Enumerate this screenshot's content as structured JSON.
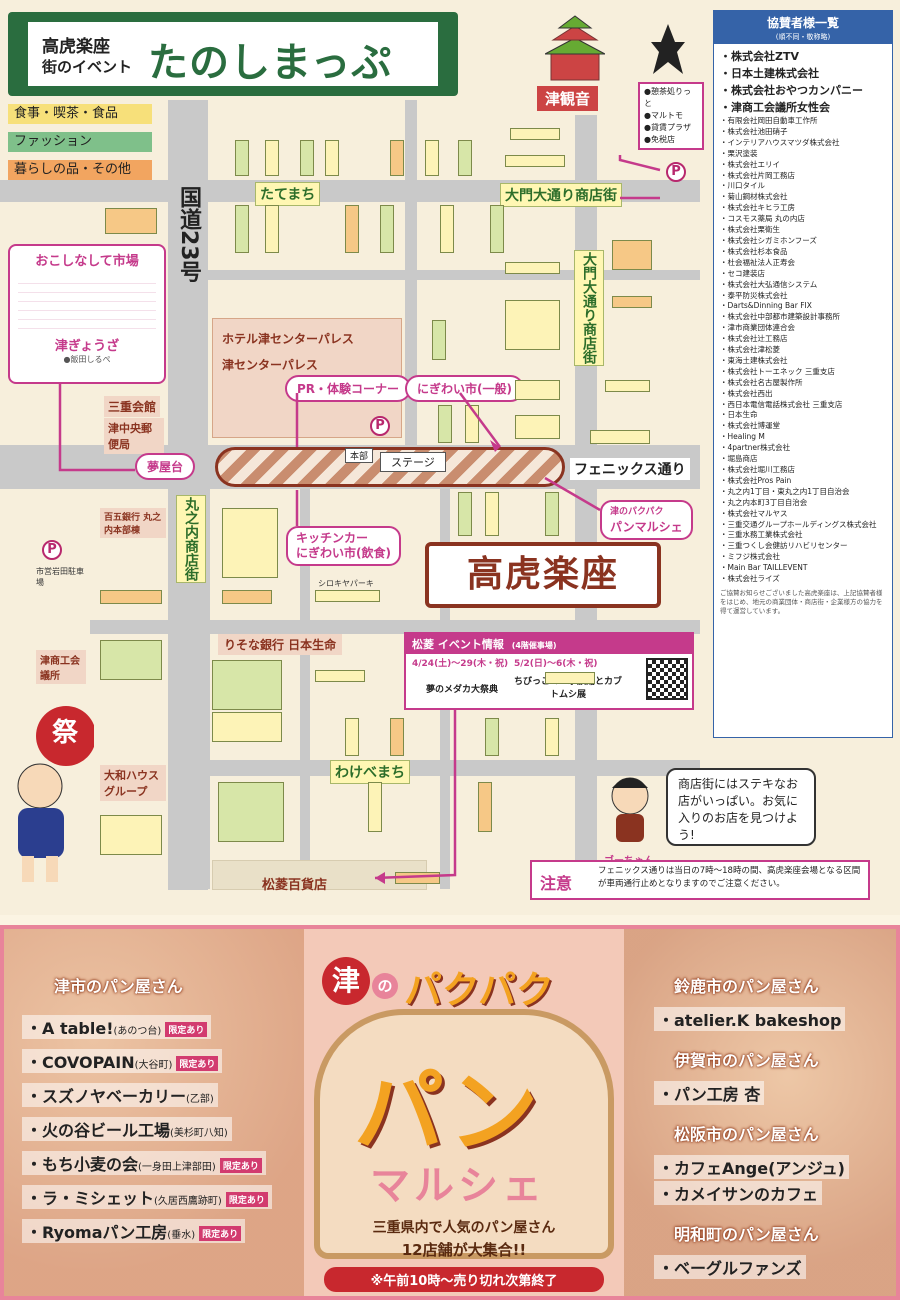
{
  "header": {
    "subtitle_1": "高虎楽座",
    "subtitle_2": "街のイベント",
    "title": "たのしまっぷ"
  },
  "legend": [
    {
      "label": "食事・喫茶・食品",
      "color": "#f7e07a"
    },
    {
      "label": "ファッション",
      "color": "#7fc08a"
    },
    {
      "label": "暮らしの品・その他",
      "color": "#f2a560"
    }
  ],
  "landmarks": {
    "tsu_kannon": "津観音",
    "kannon_list": [
      "●憩茶処りっと",
      "●マルトモ",
      "●貸賃プラザ",
      "●免税店"
    ],
    "daimon_st": "大門大通り商店街",
    "daimon_vertical": "大門大通り商店街",
    "tatemachi": "たてまち",
    "route23": "国道23号",
    "hotel": "ホテル津センターパレス",
    "center": "津センターパレス",
    "miegin": "三重会館",
    "tsu_post": "津中央郵便局",
    "hyakugo": "百五銀行 丸之内本部棟",
    "marunouchi": "丸之内商店街",
    "resona": "りそな銀行 日本生命",
    "daiwa": "大和ハウスグループ",
    "wakebemachi": "わけべまち",
    "matsubishi": "松菱百貨店",
    "phoenix": "フェニックス通り",
    "stage": "ステージ",
    "honbu": "本部",
    "city_parking": "市営岩田駐車場",
    "kouchi": "津商工会議所",
    "shirokiya": "シロキヤパーキング"
  },
  "okoshi": {
    "title": "おこしなして市場",
    "sub": "津ぎょうざ",
    "note": "●飯田しるぺ"
  },
  "pills": {
    "pr": "PR・体験コーナー",
    "nigiwai": "にぎわい市(一般)",
    "yume": "夢屋台",
    "kitchen_1": "キッチンカー",
    "kitchen_2": "にぎわい市(飲食)",
    "pan_1": "津のパクパク",
    "pan_2": "パンマルシェ"
  },
  "main_title": "高虎楽座",
  "event": {
    "title": "松菱 イベント情報",
    "note": "(4階催事場)",
    "date1": "4/24(土)～29(木・祝)",
    "event1": "夢のメダカ大祭典",
    "date2": "5/2(日)～6(木・祝)",
    "event2": "ちびっこミニ水族館とカブトムシ展"
  },
  "mascot": {
    "speech": "商店街にはステキなお店がいっぱい。お気に入りのお店を見つけよう!",
    "name": "ゴーちゃん",
    "festival": "祭"
  },
  "caution": {
    "label": "注意",
    "text": "フェニックス通りは当日の7時～18時の間、高虎楽座会場となる区間が車両通行止めとなりますのでご注意ください。"
  },
  "sponsors": {
    "title": "協賛者様一覧",
    "sub": "(順不同・敬称略)",
    "big": [
      "株式会社ZTV",
      "日本土建株式会社",
      "株式会社おやつカンパニー",
      "津商工会議所女性会"
    ],
    "small": [
      "有限会社岡田自動車工作所",
      "株式会社池田硝子",
      "インテリアハウスマツダ株式会社",
      "栗沢塗装",
      "株式会社エリイ",
      "株式会社片岡工務店",
      "川口タイル",
      "菊山鋼材株式会社",
      "株式会社キヒラ工房",
      "コスモス薬局 丸の内店",
      "株式会社栗衛生",
      "株式会社シガミホンフーズ",
      "株式会社杉本食品",
      "杜会福祉法人正寿会",
      "セコ建装店",
      "株式会社大弘通信システム",
      "泰平防災株式会社",
      "Darts&Dinning Bar FIX",
      "株式会社中部都市建築設計事務所",
      "津市商業団体連合会",
      "株式会社辻工務店",
      "株式会社津松菱",
      "東海土建株式会社",
      "株式会社トーエネック 三重支店",
      "株式会社名古屋製作所",
      "株式会社西出",
      "西日本電信電話株式会社 三重支店",
      "日本生命",
      "株式会社博運堂",
      "Healing M",
      "4partner株式会社",
      "堀島商店",
      "株式会社堀川工務店",
      "株式会社Pros Pain",
      "丸之内1丁目・東丸之内1丁目自治会",
      "丸之内本町3丁目自治会",
      "株式会社マルヤス",
      "三重交通グループホールディングス株式会社",
      "三重水務工業株式会社",
      "三重つくし会健訪リハビリセンター",
      "ミフジ株式会社",
      "Main Bar TAILLEVENT",
      "株式会社ライズ"
    ],
    "note": "ご協賛お知らせございました高虎楽座は、上記協賛者様をはじめ、地元の商業団体・商店街・企業様方の協力を得て運営しています。"
  },
  "bread": {
    "left_head": "津市のパン屋さん",
    "left_items": [
      {
        "name": "A table!",
        "area": "(あのつ台)",
        "limit": "限定あり"
      },
      {
        "name": "COVOPAIN",
        "area": "(大谷町)",
        "limit": "限定あり"
      },
      {
        "name": "スズノヤベーカリー",
        "area": "(乙部)",
        "limit": ""
      },
      {
        "name": "火の谷ビール工場",
        "area": "(美杉町八知)",
        "limit": ""
      },
      {
        "name": "もち小麦の会",
        "area": "(一身田上津部田)",
        "limit": "限定あり"
      },
      {
        "name": "ラ・ミシェット",
        "area": "(久居西鷹跡町)",
        "limit": "限定あり"
      },
      {
        "name": "Ryomaパン工房",
        "area": "(垂水)",
        "limit": "限定あり"
      }
    ],
    "center_tsu": "津",
    "center_no": "の",
    "center_pakupaku": "パクパク",
    "center_pan": "パン",
    "center_marche": "マルシェ",
    "center_sub1": "三重県内で人気のパン屋さん",
    "center_sub2": "12店舗が大集合!!",
    "center_time": "※午前10時～売り切れ次第終了",
    "right_groups": [
      {
        "head": "鈴鹿市のパン屋さん",
        "items": [
          "atelier.K bakeshop"
        ]
      },
      {
        "head": "伊賀市のパン屋さん",
        "items": [
          "パン工房 杏"
        ]
      },
      {
        "head": "松阪市のパン屋さん",
        "items": [
          "カフェAnge(アンジュ)",
          "カメイサンのカフェ"
        ]
      },
      {
        "head": "明和町のパン屋さん",
        "items": [
          "ベーグルファンズ"
        ]
      }
    ]
  }
}
